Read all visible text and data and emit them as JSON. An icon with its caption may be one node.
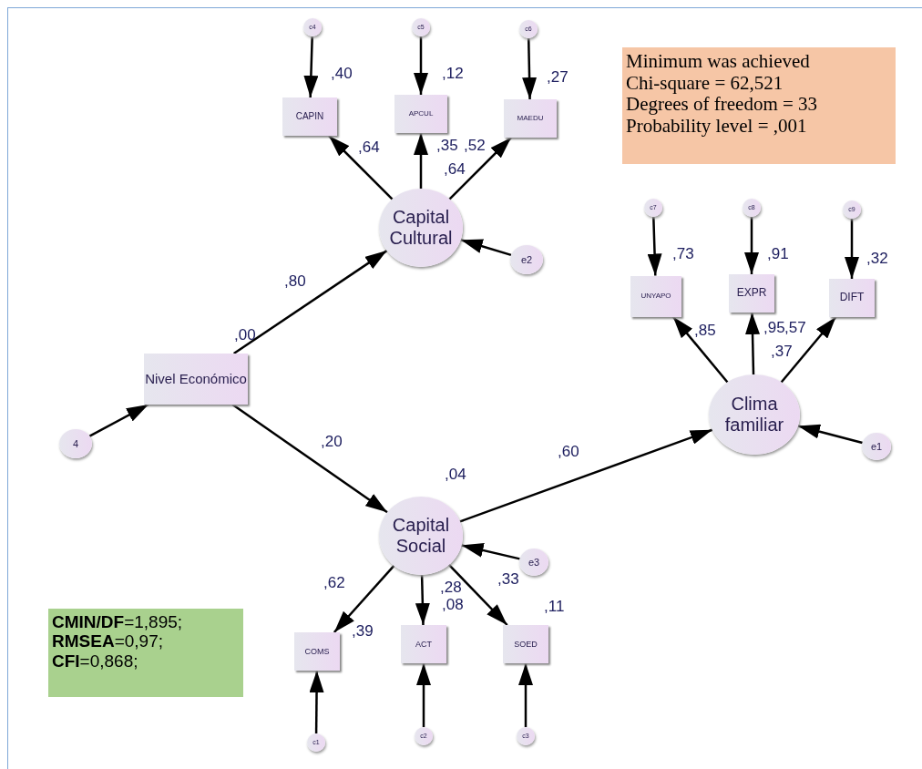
{
  "diagram": {
    "nodes": [
      {
        "text": [
          "c4"
        ]
      },
      {
        "text": [
          "c5"
        ]
      },
      {
        "text": [
          "c6"
        ]
      },
      {
        "text": [
          "CAPIN"
        ],
        "beside": [
          ",40"
        ]
      },
      {
        "text": [
          "APCUL"
        ],
        "beside": [
          ",12"
        ]
      },
      {
        "text": [
          "MAEDU"
        ],
        "beside": [
          ",27"
        ]
      },
      {
        "text": [
          "Capital Cultural"
        ],
        "beside": [
          ",64"
        ]
      },
      {
        "text": [
          "e2"
        ]
      },
      {
        "text": [
          "c7"
        ]
      },
      {
        "text": [
          "c8"
        ]
      },
      {
        "text": [
          "c9"
        ]
      },
      {
        "text": [
          "UNYAPO"
        ],
        "beside": [
          ",73"
        ]
      },
      {
        "text": [
          "EXPR"
        ],
        "beside": [
          ",91"
        ]
      },
      {
        "text": [
          "DIFT"
        ],
        "beside": [
          ",32"
        ]
      },
      {
        "text": [
          "Nivel Económico"
        ],
        "beside": [
          ",00"
        ]
      },
      {
        "text": [
          "Clima familiar"
        ],
        "beside": [
          ",37"
        ]
      },
      {
        "text": [
          "4"
        ]
      },
      {
        "text": [
          "e1"
        ]
      },
      {
        "text": [
          "Capital Social"
        ],
        "beside": [
          ",04"
        ]
      },
      {
        "text": [
          "e3"
        ]
      },
      {
        "text": [
          "COMS"
        ],
        "beside": [
          ",39"
        ]
      },
      {
        "text": [
          "ACT"
        ],
        "beside": [
          ",08"
        ]
      },
      {
        "text": [
          "SOED"
        ],
        "beside": [
          ",11"
        ]
      },
      {
        "text": [
          "c1"
        ]
      },
      {
        "text": [
          "c2"
        ]
      },
      {
        "text": [
          "c3"
        ]
      }
    ],
    "edges": [
      {
        "from": 0,
        "to": 3,
        "arrow": "to"
      },
      {
        "from": 1,
        "to": 4,
        "arrow": "to"
      },
      {
        "from": 2,
        "to": 5,
        "arrow": "to"
      },
      {
        "from": 6,
        "to": 3,
        "arrow": "to",
        "label": ",64"
      },
      {
        "from": 6,
        "to": 4,
        "arrow": "to",
        "label": ",35"
      },
      {
        "from": 6,
        "to": 5,
        "arrow": "to",
        "label": ",52"
      },
      {
        "from": 7,
        "to": 6,
        "arrow": "to"
      },
      {
        "from": 14,
        "to": 6,
        "arrow": "to",
        "label": ",80"
      },
      {
        "from": 8,
        "to": 11,
        "arrow": "to"
      },
      {
        "from": 9,
        "to": 12,
        "arrow": "to"
      },
      {
        "from": 10,
        "to": 13,
        "arrow": "to"
      },
      {
        "from": 15,
        "to": 11,
        "arrow": "to",
        "label": ",85"
      },
      {
        "from": 15,
        "to": 12,
        "arrow": "to",
        "label": ",95"
      },
      {
        "from": 15,
        "to": 13,
        "arrow": "to",
        "label": ",57"
      },
      {
        "from": 16,
        "to": 14,
        "arrow": "to"
      },
      {
        "from": 14,
        "to": 18,
        "arrow": "to",
        "label": ",20"
      },
      {
        "from": 18,
        "to": 15,
        "arrow": "to",
        "label": ",60"
      },
      {
        "from": 17,
        "to": 15,
        "arrow": "to"
      },
      {
        "from": 19,
        "to": 18,
        "arrow": "to"
      },
      {
        "from": 18,
        "to": 20,
        "arrow": "to",
        "label": ",62"
      },
      {
        "from": 18,
        "to": 21,
        "arrow": "to",
        "label": ",28"
      },
      {
        "from": 18,
        "to": 22,
        "arrow": "to",
        "label": ",33"
      },
      {
        "from": 23,
        "to": 20,
        "arrow": "to"
      },
      {
        "from": 24,
        "to": 21,
        "arrow": "to"
      },
      {
        "from": 25,
        "to": 22,
        "arrow": "to"
      }
    ],
    "labels": [
      "Minimum was achieved",
      "Chi-square = 62,521",
      "Degrees of freedom = 33",
      "Probability level = ,001",
      "**CMIN/DF**=1,895;",
      "**RMSEA**=0,97;",
      "**CFI**=0,868;"
    ]
  }
}
